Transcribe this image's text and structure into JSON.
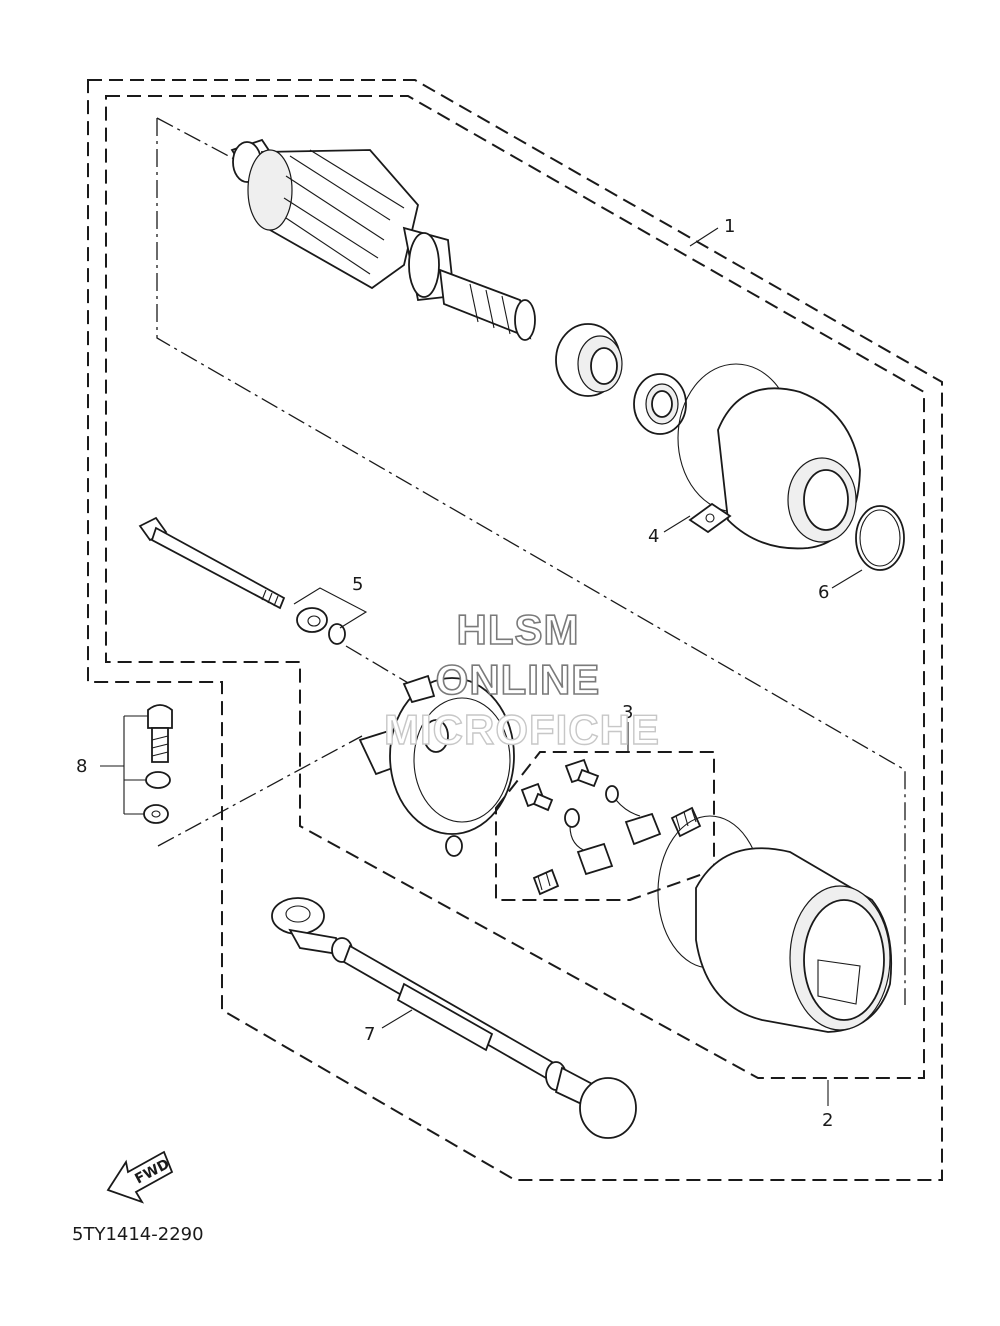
{
  "callouts": {
    "c1": "1",
    "c2": "2",
    "c3": "3",
    "c4": "4",
    "c5": "5",
    "c6": "6",
    "c7": "7",
    "c8": "8"
  },
  "watermark": {
    "line1": "HLSM",
    "line2": "ONLINE",
    "line3": "MICROFICHE"
  },
  "fwd_label": "FWD",
  "diagram_code": "5TY1414-2290"
}
